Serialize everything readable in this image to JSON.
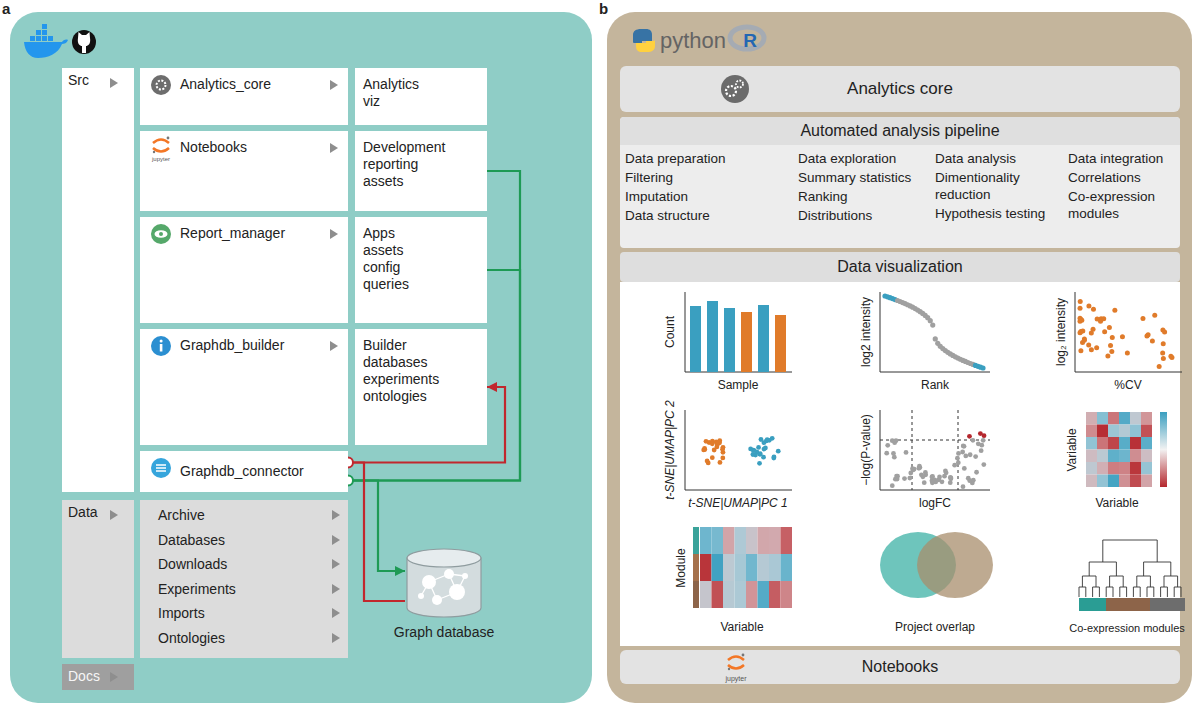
{
  "diagram": {
    "nodes": [
      {
        "text": [
          "a"
        ]
      },
      {
        "text": [
          "Src"
        ],
        "in": 0
      },
      {
        "text": [
          "Analytics_core"
        ],
        "in": 0
      },
      {
        "text": [
          "Analytics viz"
        ],
        "in": 0
      },
      {
        "text": [
          "Notebooks"
        ],
        "in": 0
      },
      {
        "text": [
          "Development reporting assets"
        ],
        "in": 0
      },
      {
        "text": [
          "Report_manager"
        ],
        "in": 0
      },
      {
        "text": [
          "Apps assets config queries"
        ],
        "in": 0
      },
      {
        "text": [
          "Graphdb_builder"
        ],
        "in": 0
      },
      {
        "text": [
          "Builder databases experiments ontologies"
        ],
        "in": 0
      },
      {
        "text": [
          "Graphdb_connector"
        ],
        "in": 0
      },
      {
        "text": [
          "Data"
        ],
        "in": 0
      },
      {
        "text": [
          "Archive",
          "Databases",
          "Downloads",
          "Experiments",
          "Imports",
          "Ontologies"
        ],
        "in": 0
      },
      {
        "text": [
          "Docs"
        ],
        "in": 0
      },
      {
        "text": [
          "Graph database"
        ],
        "in": 0
      },
      {
        "text": [
          "b"
        ]
      },
      {
        "text": [
          "Analytics core"
        ],
        "in": 15
      },
      {
        "text": [
          "Automated analysis pipeline"
        ],
        "in": 15
      },
      {
        "text": [
          "Data preparation",
          "Filtering",
          "Imputation",
          "Data structure"
        ],
        "in": 17
      },
      {
        "text": [
          "Data exploration",
          "Summary statistics",
          "Ranking",
          "Distributions"
        ],
        "in": 17
      },
      {
        "text": [
          "Data analysis",
          "Dimentionality reduction",
          "Hypothesis testing"
        ],
        "in": 17
      },
      {
        "text": [
          "Data integration",
          "Correlations",
          "Co-expression modules"
        ],
        "in": 17
      },
      {
        "text": [
          "Data visualization"
        ],
        "in": 15
      },
      {
        "text": [
          "Notebooks"
        ],
        "in": 15
      }
    ],
    "edges": [
      {
        "from": 5,
        "to": 10,
        "arrow": "none"
      },
      {
        "from": 7,
        "to": 10,
        "arrow": "none"
      },
      {
        "from": 10,
        "to": 14,
        "arrow": "to"
      },
      {
        "from": 14,
        "to": 10,
        "arrow": "none"
      },
      {
        "from": 10,
        "to": 9,
        "arrow": "to"
      }
    ],
    "labels": [
      "python",
      "R",
      "jupyter",
      "jupyter",
      "Count",
      "Sample",
      "log2 intensity",
      "Rank",
      "log₂ intensity",
      "%CV",
      "t-SNE|UMAP|PC 2",
      "t-SNE|UMAP|PC 1",
      "−log(P-value)",
      "logFC",
      "Variable",
      "Variable",
      "Module",
      "Variable",
      "Project overlap",
      "Co-expression modules"
    ]
  }
}
